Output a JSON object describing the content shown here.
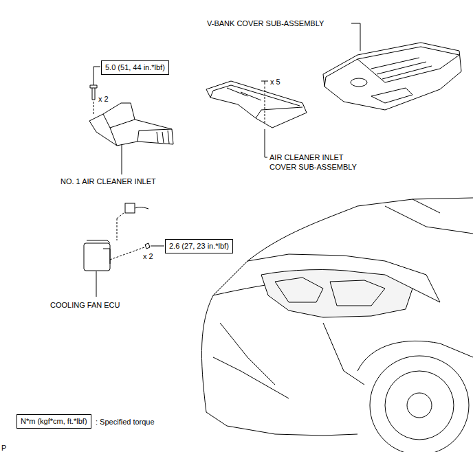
{
  "diagram": {
    "nodes": [
      {
        "text": [
          "5.0 (51, 44 in.*lbf)"
        ]
      },
      {
        "text": [
          "2.6 (27, 23 in.*lbf)"
        ]
      },
      {
        "text": [
          "N*m (kgf*cm, ft.*lbf)"
        ]
      }
    ],
    "labels": [
      "V-BANK COVER SUB-ASSEMBLY",
      "x 2",
      "x 5",
      "AIR CLEANER INLET COVER SUB-ASSEMBLY",
      "NO. 1 AIR CLEANER INLET",
      "x 2",
      "COOLING FAN ECU",
      ": Specified torque",
      "P"
    ]
  }
}
